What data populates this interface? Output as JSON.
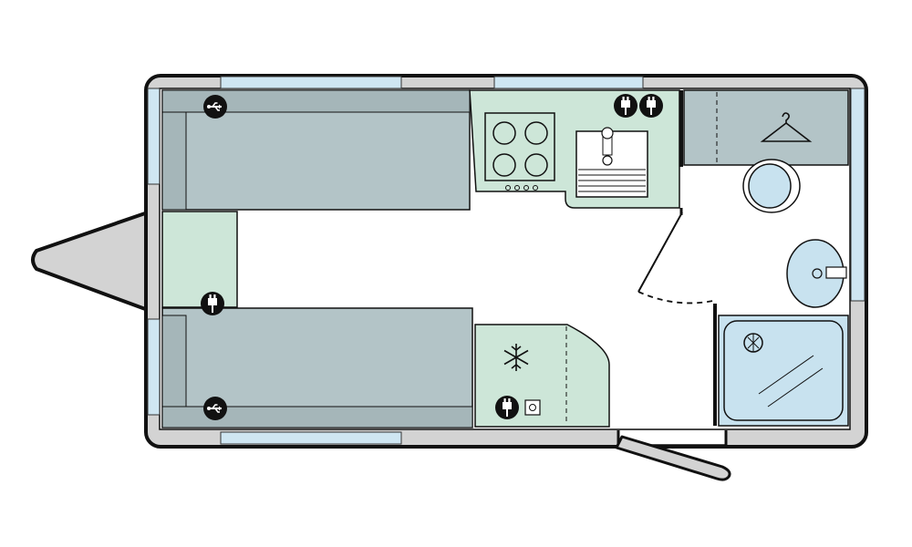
{
  "floorplan": {
    "colors": {
      "outline": "#111111",
      "shell": "#d3d3d3",
      "seat": "#b3c4c7",
      "counter": "#cde6d8",
      "window": "#cfe6f2",
      "basin": "#c8e2ef",
      "floor": "#ffffff"
    },
    "areas": [
      {
        "name": "front-seat-upper",
        "kind": "seat"
      },
      {
        "name": "front-seat-lower",
        "kind": "seat"
      },
      {
        "name": "front-table",
        "kind": "counter"
      },
      {
        "name": "kitchen-counter",
        "kind": "counter"
      },
      {
        "name": "fridge-unit",
        "kind": "counter"
      },
      {
        "name": "wardrobe",
        "kind": "seat"
      },
      {
        "name": "shower-tray",
        "kind": "basin"
      },
      {
        "name": "toilet",
        "kind": "basin"
      },
      {
        "name": "washroom-basin",
        "kind": "basin"
      }
    ],
    "icons": [
      "usb-socket-icon",
      "power-socket-icon",
      "hob-icon",
      "sink-icon",
      "snowflake-icon",
      "hanger-icon",
      "tv-point-icon"
    ]
  }
}
